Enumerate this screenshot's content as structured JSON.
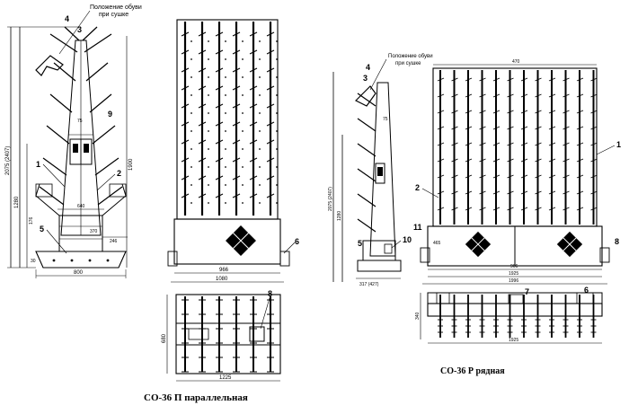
{
  "captions": {
    "parallel": "СО-36 П параллельная",
    "row": "СО-36 Р рядная"
  },
  "notes": {
    "shoe_position_left_1": "Положение обуви",
    "shoe_position_left_2": "при сушке",
    "shoe_position_right_1": "Положение обуви",
    "shoe_position_right_2": "при сушке"
  },
  "callouts": {
    "side_left": [
      "4",
      "3",
      "9",
      "1",
      "2",
      "5"
    ],
    "front_left": [
      "6"
    ],
    "top_left": [
      "8"
    ],
    "side_right": [
      "4",
      "3",
      "5",
      "10"
    ],
    "front_right": [
      "1",
      "2",
      "11",
      "8"
    ],
    "top_right": [
      "7",
      "6"
    ]
  },
  "dimensions": {
    "side_left_base_width": "800",
    "side_left_a": "640",
    "side_left_b": "370",
    "side_left_c": "246",
    "side_left_d": "75",
    "side_left_vert_a": "2075 (2407)",
    "side_left_vert_b": "1280",
    "side_left_vert_c": "1900",
    "side_left_vert_d": "176",
    "side_left_vert_e": "30",
    "front_left_a": "966",
    "front_left_b": "1080",
    "top_left_a": "1225",
    "top_left_b": "680",
    "side_right_a": "317 (427)",
    "side_right_b": "75",
    "side_right_vert_a": "2075 (2407)",
    "side_right_vert_b": "1280",
    "front_right_a": "966",
    "front_right_b": "1925",
    "front_right_c": "1996",
    "front_right_d": "470",
    "front_right_e": "465",
    "top_right_a": "1925",
    "top_right_b": "340"
  }
}
